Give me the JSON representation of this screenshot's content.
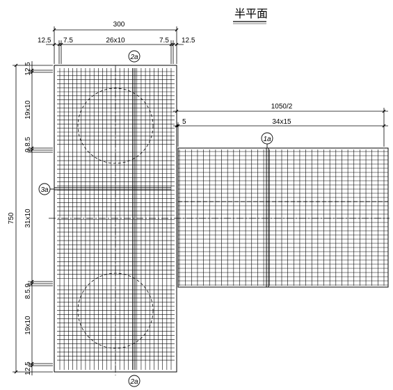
{
  "title": "半平面",
  "dimensions": {
    "top": {
      "total": "300",
      "edge_left": "12.5",
      "cover_left": "7.5",
      "grid": "26x10",
      "cover_right": "7.5",
      "edge_right": "12.5"
    },
    "right": {
      "total": "1050/2",
      "offset": "5",
      "grid": "34x15"
    },
    "left": {
      "total": "750",
      "top_edge": "12.5",
      "grid_a": "19x10",
      "gap_a": "9.8.5",
      "grid_b": "31x10",
      "gap_b": "8.5.9",
      "grid_c": "19x10",
      "bottom_edge": "12.5"
    }
  },
  "callouts": {
    "top": "2a",
    "bottom": "2a",
    "left": "3a",
    "right": "1a"
  },
  "colors": {
    "line": "#000000",
    "background": "#ffffff"
  }
}
